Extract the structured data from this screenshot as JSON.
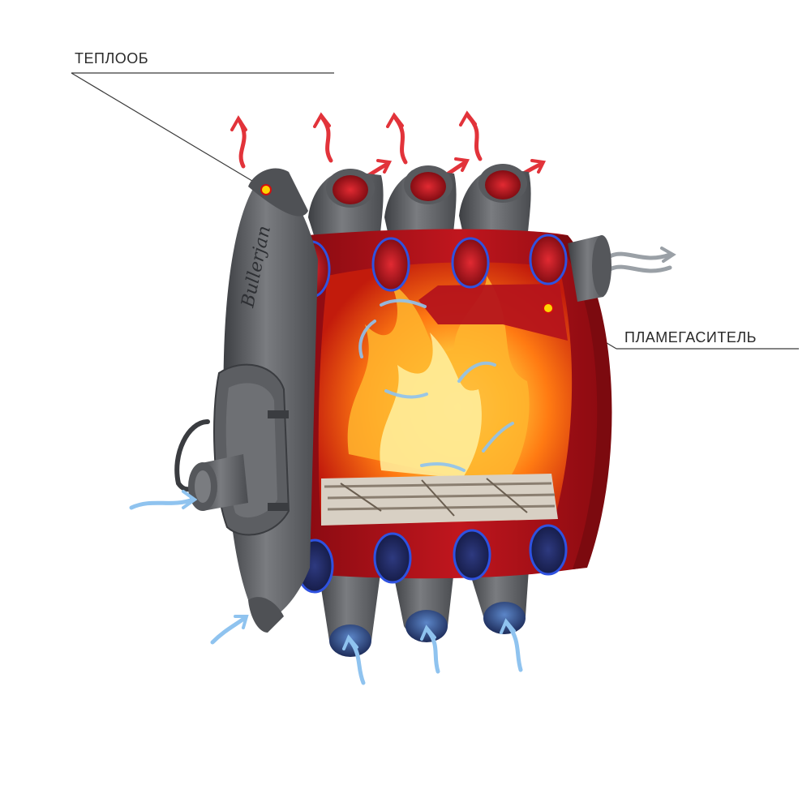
{
  "labels": {
    "heat_exchanger": "ТЕПЛООБ",
    "flame_arrester": "ПЛАМЕГАСИТЕЛЬ"
  },
  "brand_mark": "Bullerjan",
  "colors": {
    "body_red": "#b5141b",
    "body_red_dark": "#7c0a0f",
    "steel": "#6e7074",
    "steel_dark": "#46484c",
    "tube_inner_hot": "#c2121a",
    "tube_inner_cold": "#1f2a63",
    "tube_rim": "#2f52e0",
    "hot_air": "#e2333a",
    "cold_air": "#8fc3ef",
    "marker_fill": "#ffd400",
    "marker_ring": "#d01010",
    "line": "#3a3a3a"
  },
  "icons": {
    "hot_air_arrow": "hot-air-arrow-icon",
    "cold_air_arrow": "cold-air-arrow-icon",
    "smoke_arrow": "smoke-outlet-arrow-icon",
    "callout_marker": "callout-marker-icon"
  }
}
